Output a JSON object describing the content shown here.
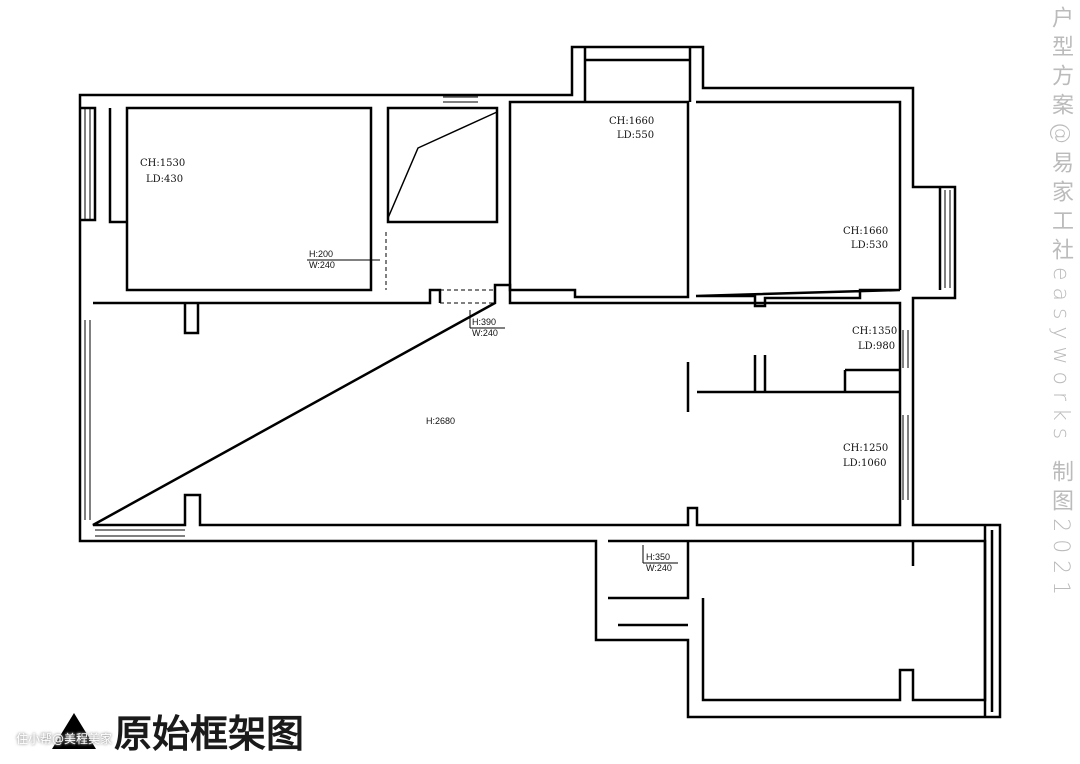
{
  "title": "原始框架图",
  "watermark": "住小帮@美程美家",
  "side_caption": "户型方案@易家工社easyworks 制图2021",
  "rooms": [
    {
      "ch": "CH:1530",
      "ld": "LD:430"
    },
    {
      "ch": "CH:1660",
      "ld": "LD:550"
    },
    {
      "ch": "CH:1660",
      "ld": "LD:530"
    },
    {
      "ch": "CH:1350",
      "ld": "LD:980"
    },
    {
      "ch": "CH:1250",
      "ld": "LD:1060"
    }
  ],
  "living_height": "H:2680",
  "openings": [
    {
      "h": "H:200",
      "w": "W:240"
    },
    {
      "h": "H:390",
      "w": "W:240"
    },
    {
      "h": "H:350",
      "w": "W:240"
    }
  ]
}
